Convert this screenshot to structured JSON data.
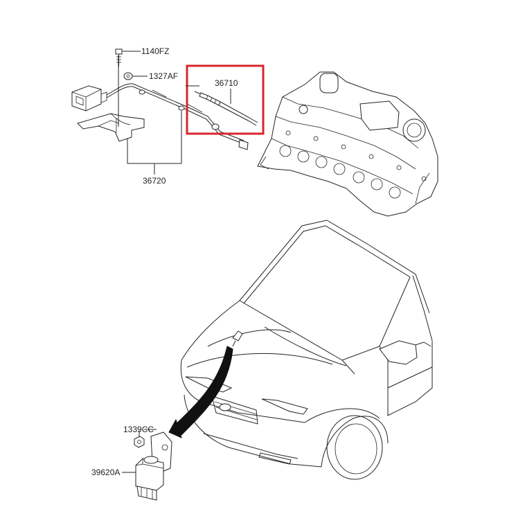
{
  "callouts": {
    "bolt": "1140FZ",
    "nut": "1327AF",
    "glow_plug": "36710",
    "harness": "36720",
    "nut_small": "1339CC",
    "relay": "39620A"
  },
  "colors": {
    "highlight": "#d8262b",
    "line": "#222222",
    "background": "#ffffff"
  }
}
